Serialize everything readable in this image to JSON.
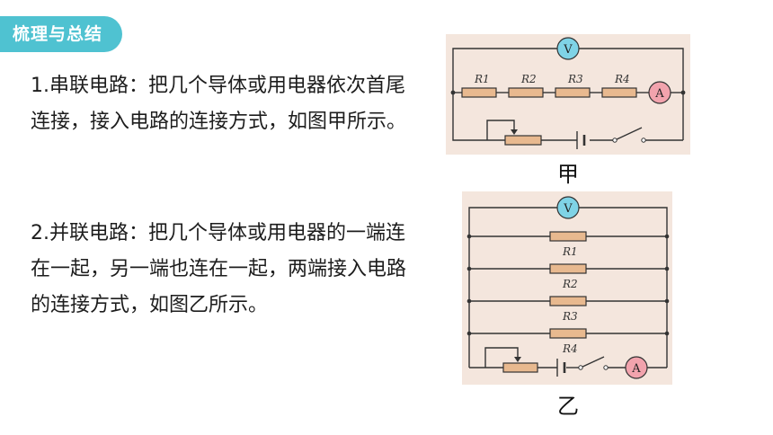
{
  "section_tag": "梳理与总结",
  "paragraphs": {
    "p1": "1.串联电路：把几个导体或用电器依次首尾连接，接入电路的连接方式，如图甲所示。",
    "p2": "2.并联电路：把几个导体或用电器的一端连在一起，另一端也连在一起，两端接入电路的连接方式，如图乙所示。"
  },
  "figures": {
    "jia": {
      "caption": "甲",
      "voltmeter": "V",
      "ammeter": "A",
      "resistors": [
        "R1",
        "R2",
        "R3",
        "R4"
      ]
    },
    "yi": {
      "caption": "乙",
      "voltmeter": "V",
      "ammeter": "A",
      "resistors": [
        "R1",
        "R2",
        "R3",
        "R4"
      ]
    }
  },
  "colors": {
    "tag_bg": "#4fc2d1",
    "figure_bg": "#f4e6dd",
    "voltmeter": "#7fd3e6",
    "ammeter": "#f2a3ad",
    "resistor": "#e8b98f"
  }
}
